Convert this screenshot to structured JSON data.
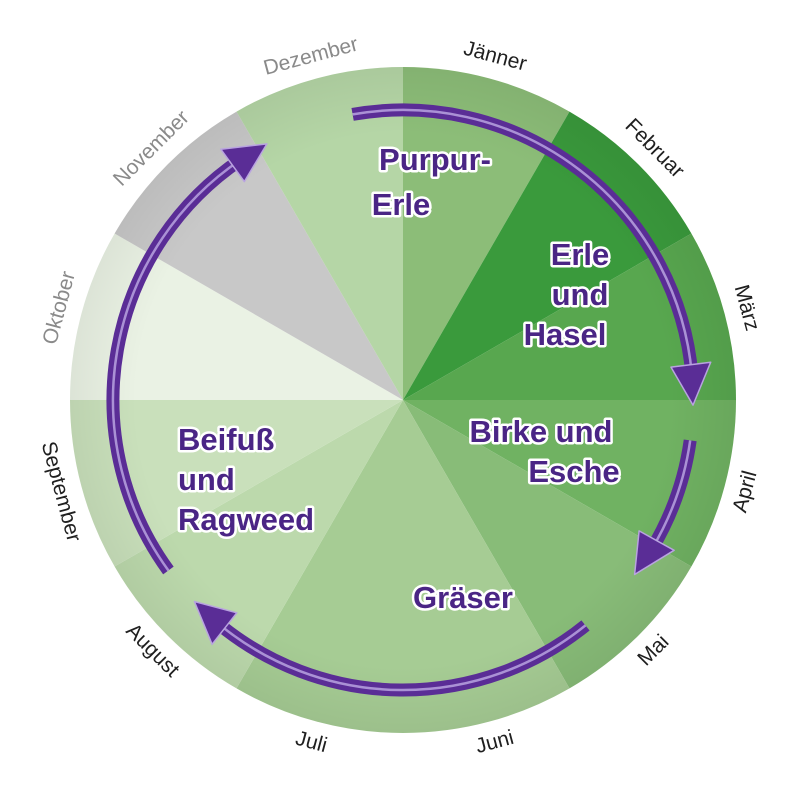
{
  "months": [
    {
      "label": "Jänner",
      "color": "#8cbd78"
    },
    {
      "label": "Februar",
      "color": "#3a9a3c"
    },
    {
      "label": "März",
      "color": "#58a74f"
    },
    {
      "label": "April",
      "color": "#70b262"
    },
    {
      "label": "Mai",
      "color": "#88bc78"
    },
    {
      "label": "Juni",
      "color": "#a6cc94"
    },
    {
      "label": "Juli",
      "color": "#a6cc94"
    },
    {
      "label": "August",
      "color": "#bcd9ac"
    },
    {
      "label": "September",
      "color": "#c9e0bb"
    },
    {
      "label": "Oktober",
      "color": "#eaf2e4"
    },
    {
      "label": "November",
      "color": "#c8c8c8"
    },
    {
      "label": "Dezember",
      "color": "#b5d6a6"
    }
  ],
  "pollen": {
    "purpur_erle": [
      "Purpur-",
      "Erle"
    ],
    "erle_hasel": [
      "Erle",
      "und",
      "Hasel"
    ],
    "birke_esche": [
      "Birke und",
      "Esche"
    ],
    "graeser": [
      "Gräser"
    ],
    "beifuss_ragweed": [
      "Beifuß",
      "und",
      "Ragweed"
    ]
  },
  "colors": {
    "arrow": "#5a2d96",
    "arrow_highlight": "#b9a3e0",
    "text": "#4a2585",
    "month_text": "#1f1f1f",
    "month_text_dim": "#8a8a8a"
  },
  "icons": {
    "arrows": "curved-arrow-icon"
  }
}
